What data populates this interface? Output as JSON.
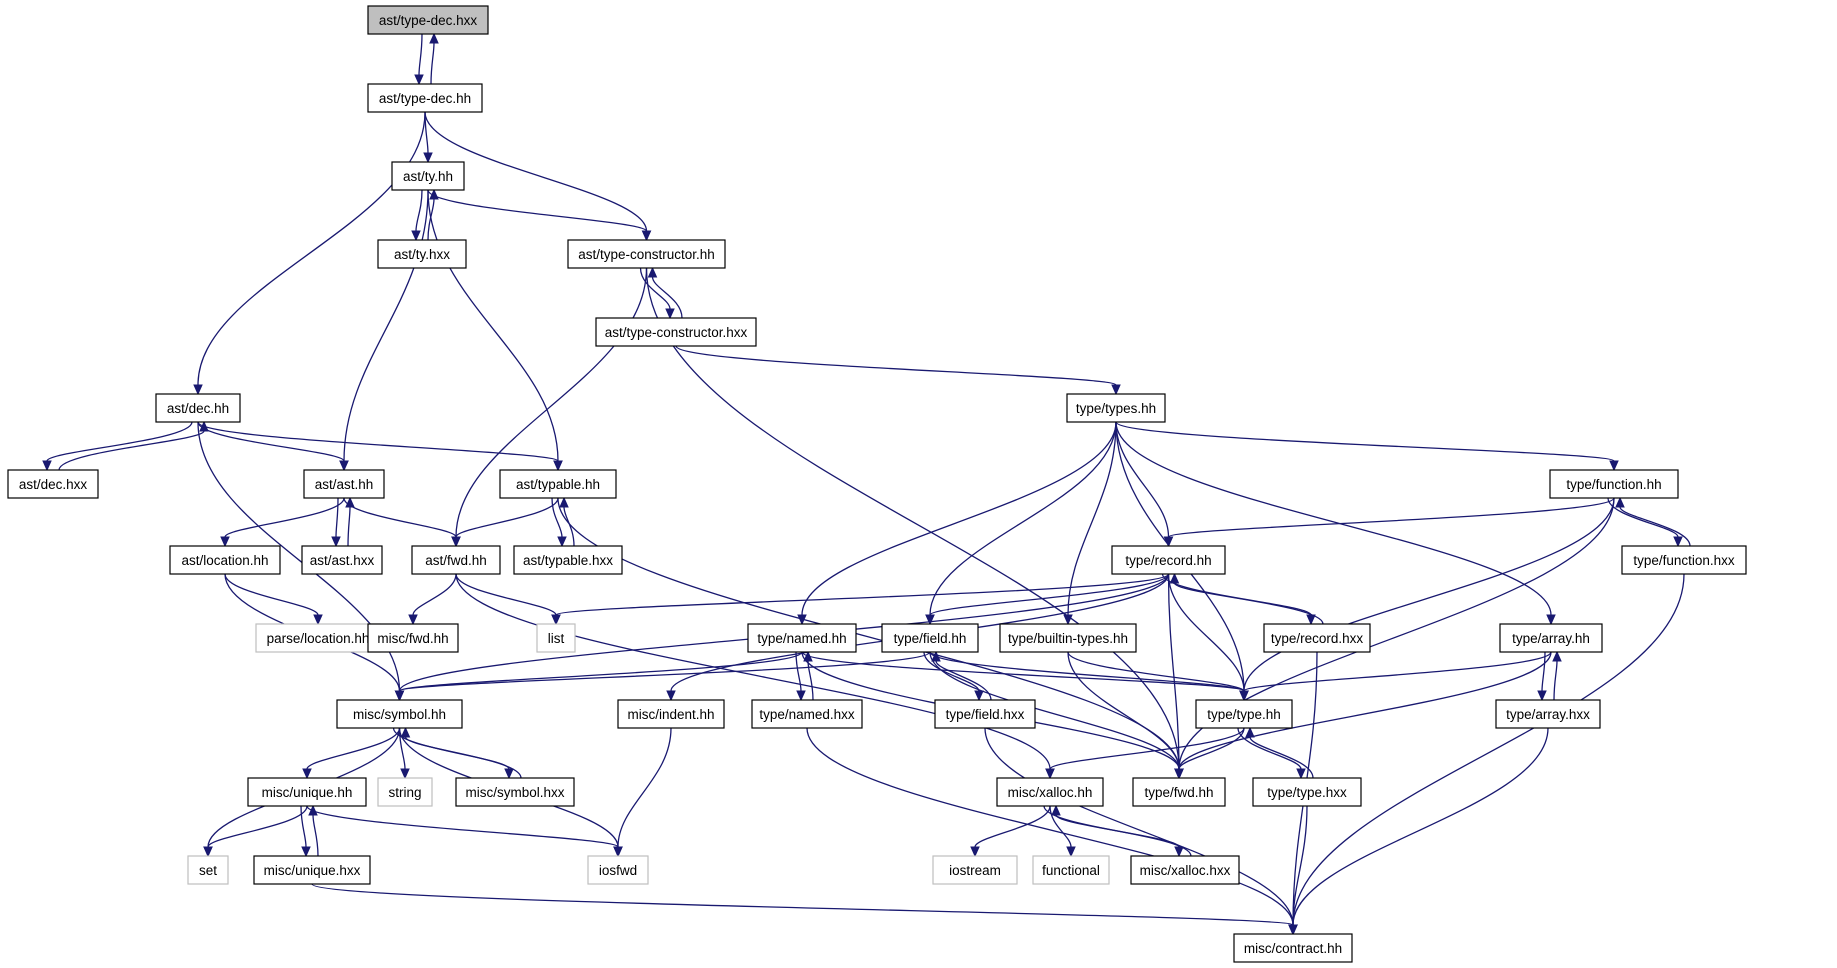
{
  "graph": {
    "nodes": [
      {
        "id": "n0",
        "label": "ast/type-dec.hxx",
        "kind": "root"
      },
      {
        "id": "n1",
        "label": "ast/type-dec.hh",
        "kind": "file"
      },
      {
        "id": "n2",
        "label": "ast/ty.hh",
        "kind": "file"
      },
      {
        "id": "n3",
        "label": "ast/ty.hxx",
        "kind": "file"
      },
      {
        "id": "n4",
        "label": "ast/type-constructor.hh",
        "kind": "file"
      },
      {
        "id": "n5",
        "label": "ast/type-constructor.hxx",
        "kind": "file"
      },
      {
        "id": "n6",
        "label": "ast/dec.hh",
        "kind": "file"
      },
      {
        "id": "n7",
        "label": "ast/dec.hxx",
        "kind": "file"
      },
      {
        "id": "n8",
        "label": "ast/ast.hh",
        "kind": "file"
      },
      {
        "id": "n9",
        "label": "ast/ast.hxx",
        "kind": "file"
      },
      {
        "id": "n10",
        "label": "ast/typable.hh",
        "kind": "file"
      },
      {
        "id": "n11",
        "label": "ast/typable.hxx",
        "kind": "file"
      },
      {
        "id": "n12",
        "label": "ast/location.hh",
        "kind": "file"
      },
      {
        "id": "n13",
        "label": "parse/location.hh",
        "kind": "external"
      },
      {
        "id": "n14",
        "label": "ast/fwd.hh",
        "kind": "file"
      },
      {
        "id": "n15",
        "label": "misc/fwd.hh",
        "kind": "file"
      },
      {
        "id": "n16",
        "label": "list",
        "kind": "external"
      },
      {
        "id": "n17",
        "label": "type/types.hh",
        "kind": "file"
      },
      {
        "id": "n18",
        "label": "type/function.hh",
        "kind": "file"
      },
      {
        "id": "n19",
        "label": "type/function.hxx",
        "kind": "file"
      },
      {
        "id": "n20",
        "label": "type/record.hh",
        "kind": "file"
      },
      {
        "id": "n21",
        "label": "type/record.hxx",
        "kind": "file"
      },
      {
        "id": "n22",
        "label": "type/named.hh",
        "kind": "file"
      },
      {
        "id": "n23",
        "label": "type/named.hxx",
        "kind": "file"
      },
      {
        "id": "n24",
        "label": "type/field.hh",
        "kind": "file"
      },
      {
        "id": "n25",
        "label": "type/field.hxx",
        "kind": "file"
      },
      {
        "id": "n26",
        "label": "type/builtin-types.hh",
        "kind": "file"
      },
      {
        "id": "n27",
        "label": "type/array.hh",
        "kind": "file"
      },
      {
        "id": "n28",
        "label": "type/array.hxx",
        "kind": "file"
      },
      {
        "id": "n29",
        "label": "type/type.hh",
        "kind": "file"
      },
      {
        "id": "n30",
        "label": "type/type.hxx",
        "kind": "file"
      },
      {
        "id": "n31",
        "label": "type/fwd.hh",
        "kind": "file"
      },
      {
        "id": "n32",
        "label": "misc/symbol.hh",
        "kind": "file"
      },
      {
        "id": "n33",
        "label": "misc/symbol.hxx",
        "kind": "file"
      },
      {
        "id": "n34",
        "label": "string",
        "kind": "external"
      },
      {
        "id": "n35",
        "label": "misc/unique.hh",
        "kind": "file"
      },
      {
        "id": "n36",
        "label": "misc/unique.hxx",
        "kind": "file"
      },
      {
        "id": "n37",
        "label": "set",
        "kind": "external"
      },
      {
        "id": "n38",
        "label": "iosfwd",
        "kind": "external"
      },
      {
        "id": "n39",
        "label": "misc/indent.hh",
        "kind": "file"
      },
      {
        "id": "n40",
        "label": "misc/xalloc.hh",
        "kind": "file"
      },
      {
        "id": "n41",
        "label": "misc/xalloc.hxx",
        "kind": "file"
      },
      {
        "id": "n42",
        "label": "iostream",
        "kind": "external"
      },
      {
        "id": "n43",
        "label": "functional",
        "kind": "external"
      },
      {
        "id": "n44",
        "label": "misc/contract.hh",
        "kind": "file"
      }
    ],
    "edges": [
      {
        "from": "n0",
        "to": "n1"
      },
      {
        "from": "n1",
        "to": "n0"
      },
      {
        "from": "n1",
        "to": "n2"
      },
      {
        "from": "n1",
        "to": "n4"
      },
      {
        "from": "n1",
        "to": "n6"
      },
      {
        "from": "n2",
        "to": "n3"
      },
      {
        "from": "n3",
        "to": "n2"
      },
      {
        "from": "n2",
        "to": "n4"
      },
      {
        "from": "n2",
        "to": "n8"
      },
      {
        "from": "n2",
        "to": "n10"
      },
      {
        "from": "n4",
        "to": "n5"
      },
      {
        "from": "n5",
        "to": "n4"
      },
      {
        "from": "n4",
        "to": "n14"
      },
      {
        "from": "n4",
        "to": "n31"
      },
      {
        "from": "n5",
        "to": "n17"
      },
      {
        "from": "n6",
        "to": "n7"
      },
      {
        "from": "n7",
        "to": "n6"
      },
      {
        "from": "n6",
        "to": "n8"
      },
      {
        "from": "n6",
        "to": "n10"
      },
      {
        "from": "n6",
        "to": "n32"
      },
      {
        "from": "n8",
        "to": "n9"
      },
      {
        "from": "n9",
        "to": "n8"
      },
      {
        "from": "n8",
        "to": "n12"
      },
      {
        "from": "n8",
        "to": "n14"
      },
      {
        "from": "n10",
        "to": "n11"
      },
      {
        "from": "n11",
        "to": "n10"
      },
      {
        "from": "n10",
        "to": "n14"
      },
      {
        "from": "n10",
        "to": "n31"
      },
      {
        "from": "n12",
        "to": "n13"
      },
      {
        "from": "n12",
        "to": "n32"
      },
      {
        "from": "n14",
        "to": "n15"
      },
      {
        "from": "n14",
        "to": "n16"
      },
      {
        "from": "n14",
        "to": "n40"
      },
      {
        "from": "n17",
        "to": "n18"
      },
      {
        "from": "n17",
        "to": "n20"
      },
      {
        "from": "n17",
        "to": "n22"
      },
      {
        "from": "n17",
        "to": "n24"
      },
      {
        "from": "n17",
        "to": "n26"
      },
      {
        "from": "n17",
        "to": "n27"
      },
      {
        "from": "n17",
        "to": "n29"
      },
      {
        "from": "n18",
        "to": "n19"
      },
      {
        "from": "n19",
        "to": "n18"
      },
      {
        "from": "n18",
        "to": "n20"
      },
      {
        "from": "n18",
        "to": "n29"
      },
      {
        "from": "n18",
        "to": "n31"
      },
      {
        "from": "n19",
        "to": "n44"
      },
      {
        "from": "n20",
        "to": "n21"
      },
      {
        "from": "n21",
        "to": "n20"
      },
      {
        "from": "n20",
        "to": "n16"
      },
      {
        "from": "n20",
        "to": "n32"
      },
      {
        "from": "n20",
        "to": "n39"
      },
      {
        "from": "n20",
        "to": "n24"
      },
      {
        "from": "n20",
        "to": "n29"
      },
      {
        "from": "n20",
        "to": "n31"
      },
      {
        "from": "n21",
        "to": "n44"
      },
      {
        "from": "n22",
        "to": "n23"
      },
      {
        "from": "n23",
        "to": "n22"
      },
      {
        "from": "n22",
        "to": "n32"
      },
      {
        "from": "n22",
        "to": "n29"
      },
      {
        "from": "n22",
        "to": "n31"
      },
      {
        "from": "n23",
        "to": "n44"
      },
      {
        "from": "n24",
        "to": "n25"
      },
      {
        "from": "n25",
        "to": "n24"
      },
      {
        "from": "n24",
        "to": "n32"
      },
      {
        "from": "n24",
        "to": "n29"
      },
      {
        "from": "n24",
        "to": "n31"
      },
      {
        "from": "n25",
        "to": "n44"
      },
      {
        "from": "n26",
        "to": "n29"
      },
      {
        "from": "n26",
        "to": "n31"
      },
      {
        "from": "n27",
        "to": "n28"
      },
      {
        "from": "n28",
        "to": "n27"
      },
      {
        "from": "n27",
        "to": "n29"
      },
      {
        "from": "n27",
        "to": "n31"
      },
      {
        "from": "n28",
        "to": "n44"
      },
      {
        "from": "n29",
        "to": "n30"
      },
      {
        "from": "n30",
        "to": "n29"
      },
      {
        "from": "n29",
        "to": "n31"
      },
      {
        "from": "n29",
        "to": "n40"
      },
      {
        "from": "n30",
        "to": "n44"
      },
      {
        "from": "n32",
        "to": "n33"
      },
      {
        "from": "n33",
        "to": "n32"
      },
      {
        "from": "n32",
        "to": "n34"
      },
      {
        "from": "n32",
        "to": "n35"
      },
      {
        "from": "n32",
        "to": "n37"
      },
      {
        "from": "n32",
        "to": "n38"
      },
      {
        "from": "n35",
        "to": "n36"
      },
      {
        "from": "n36",
        "to": "n35"
      },
      {
        "from": "n35",
        "to": "n37"
      },
      {
        "from": "n35",
        "to": "n38"
      },
      {
        "from": "n36",
        "to": "n44"
      },
      {
        "from": "n39",
        "to": "n38"
      },
      {
        "from": "n40",
        "to": "n41"
      },
      {
        "from": "n41",
        "to": "n40"
      },
      {
        "from": "n40",
        "to": "n42"
      },
      {
        "from": "n40",
        "to": "n43"
      }
    ]
  }
}
